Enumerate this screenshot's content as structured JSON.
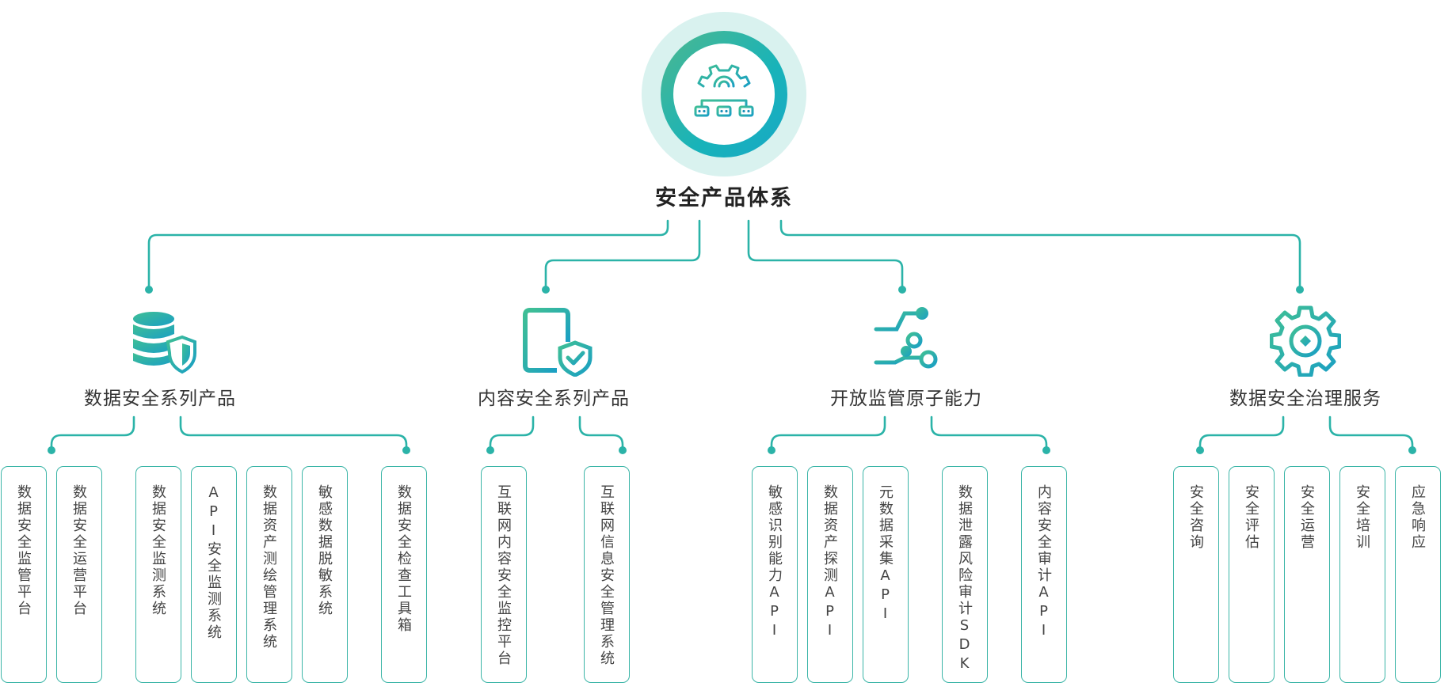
{
  "root": {
    "title": "安全产品体系",
    "icon": "gear-network-icon"
  },
  "colors": {
    "accent": "#2bb3a8",
    "line": "#2bb3a8",
    "text": "#333333"
  },
  "categories": [
    {
      "label": "数据安全系列产品",
      "icon": "database-shield-icon",
      "items": [
        "数据安全监管平台",
        "数据安全运营平台",
        "数据安全监测系统",
        "API安全监测系统",
        "数据资产测绘管理系统",
        "敏感数据脱敏系统",
        "数据安全检查工具箱"
      ]
    },
    {
      "label": "内容安全系列产品",
      "icon": "document-shield-icon",
      "items": [
        "互联网内容安全监控平台",
        "互联网信息安全管理系统"
      ]
    },
    {
      "label": "开放监管原子能力",
      "icon": "circuit-nodes-icon",
      "items": [
        "敏感识别能力API",
        "数据资产探测API",
        "元数据采集API",
        "数据泄露风险审计SDK",
        "内容安全审计API"
      ]
    },
    {
      "label": "数据安全治理服务",
      "icon": "gear-target-icon",
      "items": [
        "安全咨询",
        "安全评估",
        "安全运营",
        "安全培训",
        "应急响应"
      ]
    }
  ]
}
